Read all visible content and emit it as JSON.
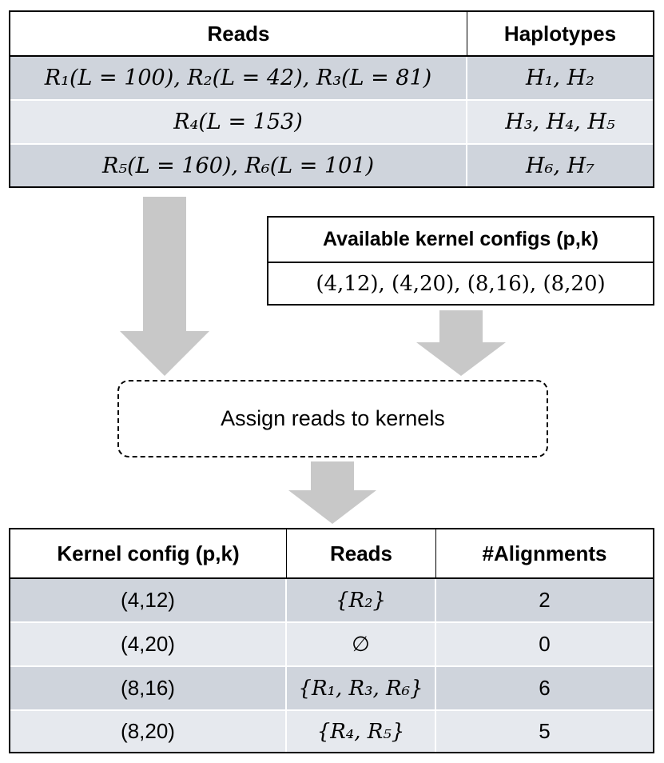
{
  "reads_table": {
    "headers": {
      "reads": "Reads",
      "haplotypes": "Haplotypes"
    },
    "rows": [
      {
        "reads": "R₁(L = 100), R₂(L = 42), R₃(L = 81)",
        "haplotypes": "H₁, H₂"
      },
      {
        "reads": "R₄(L = 153)",
        "haplotypes": "H₃, H₄, H₅"
      },
      {
        "reads": "R₅(L = 160), R₆(L = 101)",
        "haplotypes": "H₆, H₇"
      }
    ]
  },
  "kernel_configs": {
    "title": "Available kernel configs (p,k)",
    "values": "(4,12), (4,20), (8,16), (8,20)"
  },
  "process": {
    "label": "Assign reads to kernels"
  },
  "result_table": {
    "headers": {
      "config": "Kernel config (p,k)",
      "reads": "Reads",
      "alignments": "#Alignments"
    },
    "rows": [
      {
        "config": "(4,12)",
        "reads": "{R₂}",
        "alignments": "2"
      },
      {
        "config": "(4,20)",
        "reads": "∅",
        "alignments": "0"
      },
      {
        "config": "(8,16)",
        "reads": "{R₁, R₃, R₆}",
        "alignments": "6"
      },
      {
        "config": "(8,20)",
        "reads": "{R₄, R₅}",
        "alignments": "5"
      }
    ]
  },
  "colors": {
    "row_dark": "#cfd4dc",
    "row_light": "#e6e9ee",
    "arrow": "#c8c8c8"
  }
}
